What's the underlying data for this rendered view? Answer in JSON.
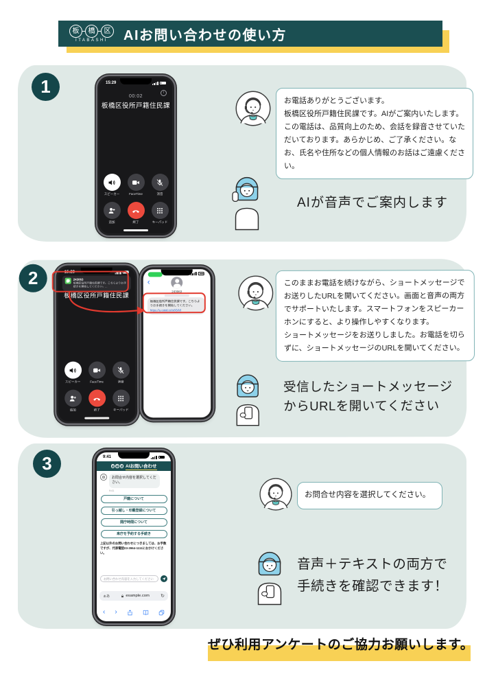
{
  "header": {
    "logo_chars": [
      "板",
      "橋",
      "区"
    ],
    "logo_sub": "ITABASHI",
    "title": "AIお問い合わせの使い方"
  },
  "step1": {
    "number": "1",
    "bubble": "お電話ありがとうございます。\n板橋区役所戸籍住民課です。AIがご案内いたします。この電話は、品質向上のため、会話を録音させていただいております。あらかじめ、ご了承ください。なお、氏名や住所などの個人情報のお話はご遠慮ください。",
    "caption": "AIが音声でご案内します"
  },
  "step2": {
    "number": "2",
    "bubble": "このままお電話を続けながら、ショートメッセージでお送りしたURLを開いてください。画面と音声の両方でサポートいたします。スマートフォンをスピーカーホンにすると、より操作しやすくなります。\nショートメッセージをお送りしました。お電話を切らずに、ショートメッセージのURLを開いてください。",
    "caption": "受信したショートメッセージ\nからURLを開いてください"
  },
  "step3": {
    "number": "3",
    "bubble": "お問合せ内容を選択してください。",
    "caption": "音声＋テキストの両方で\n手続きを確認できます！"
  },
  "call_screen": {
    "status_time": "15:29",
    "timer": "00:02",
    "caller": "板橋区役所戸籍住民課",
    "btn_speaker": "スピーカー",
    "btn_facetime": "FaceTime",
    "btn_mute": "消音",
    "btn_add": "追加",
    "btn_end": "終了",
    "btn_keypad": "キーパッド"
  },
  "notification": {
    "sender": "243063",
    "body": "板橋区役所戸籍住民課です。こちらよりお手続きを開始してください。..."
  },
  "sms": {
    "back": "‹",
    "contact": "243063",
    "message": "板橋区役所戸籍住民課です。こちらよりお手続きを開始してください。",
    "link": "https://u.catal.cc/s6GA0"
  },
  "webchat": {
    "status_time": "9:41",
    "header_title": "AIお問い合わせ",
    "bot_message": "お問合せ内容を選択してください。",
    "message_time": "9:41",
    "options": [
      "戸籍について",
      "引っ越し・印鑑登録について",
      "開庁時間について",
      "来庁を予約する手続き"
    ],
    "note": "上記以外のお問い合わせにつきましては、お手数ですが、代表電話03-3964-1111におかけください。",
    "input_placeholder": "お問い合わせ内容を入力してください",
    "reader_label": "ぁあ",
    "url": "example.com"
  },
  "footer": {
    "text": "ぜひ利用アンケートのご協力お願いします。"
  }
}
